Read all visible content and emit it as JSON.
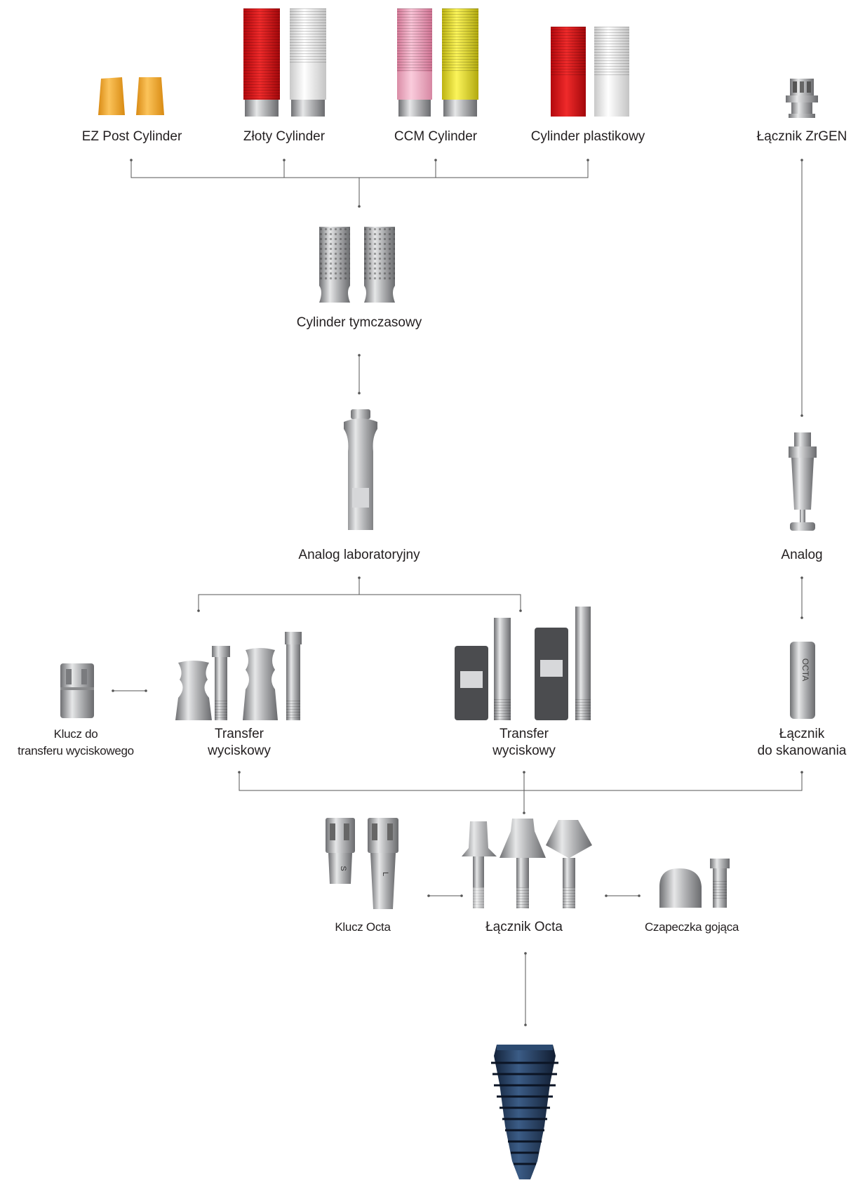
{
  "components": {
    "ez_post_cylinder": "EZ Post Cylinder",
    "gold_cylinder": "Złoty Cylinder",
    "ccm_cylinder": "CCM Cylinder",
    "plastic_cylinder": "Cylinder plastikowy",
    "zrgen_abutment": "Łącznik ZrGEN",
    "temporary_cylinder": "Cylinder tymczasowy",
    "lab_analog": "Analog laboratoryjny",
    "analog": "Analog",
    "transfer_key": [
      "Klucz do",
      "transferu wyciskowego"
    ],
    "impression_transfer_left": [
      "Transfer",
      "wyciskowy"
    ],
    "impression_transfer_right": [
      "Transfer",
      "wyciskowy"
    ],
    "scan_abutment": [
      "Łącznik",
      "do skanowania"
    ],
    "octa_key": "Klucz Octa",
    "octa_abutment": "Łącznik Octa",
    "healing_cap": "Czapeczka gojąca"
  },
  "part_marks": {
    "scan_abutment_text": "OCTA",
    "octa_key_short": "S",
    "octa_key_long": "L"
  },
  "colors": {
    "connector": "#555555",
    "ez_post": "#f0a623",
    "gold_red": "#dc1f1f",
    "ccm_pink": "#ef9fbf",
    "ccm_yellow": "#e8e01d",
    "plastic_white": "#f2f2f2",
    "titanium": "#a9aaac",
    "implant_blue": "#243a5a"
  }
}
